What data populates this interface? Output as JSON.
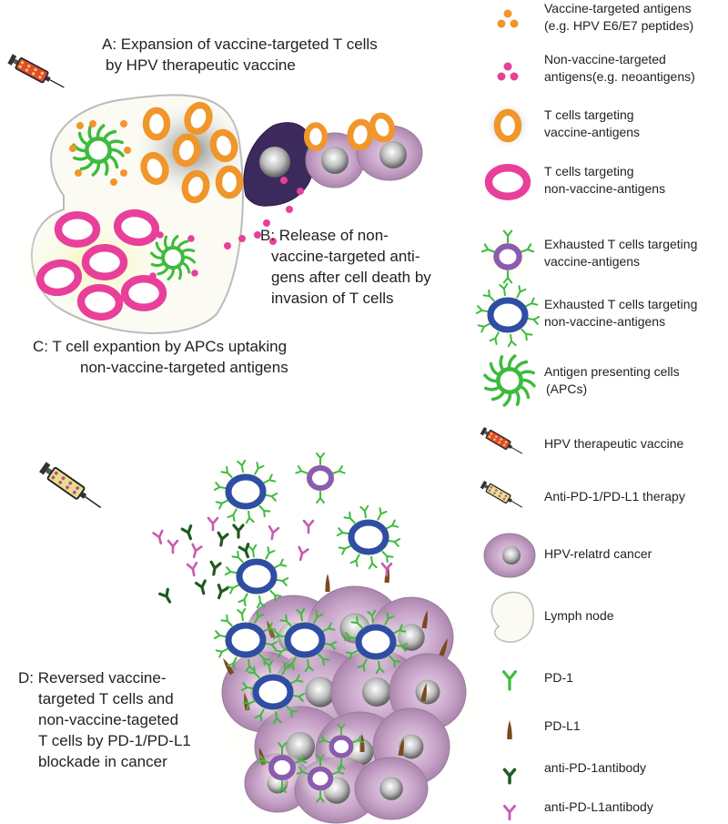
{
  "labels": {
    "A": [
      "A: Expansion of vaccine-targeted T cells",
      "by HPV therapeutic vaccine"
    ],
    "B": [
      "B: Release of non-",
      "vaccine-targeted anti-",
      "gens after cell death by",
      "invasion of T cells"
    ],
    "C": [
      "C: T cell expantion by APCs uptaking",
      "non-vaccine-targeted antigens"
    ],
    "D": [
      "D: Reversed vaccine-",
      "targeted T cells and",
      "non-vaccine-tageted",
      "T cells by PD-1/PD-L1",
      "blockade in cancer"
    ]
  },
  "legend": {
    "vaccine_antigens": [
      "Vaccine-targeted antigens",
      "(e.g. HPV E6/E7 peptides)"
    ],
    "non_vaccine_antigens": [
      "Non-vaccine-targeted",
      "antigens(e.g. neoantigens)"
    ],
    "t_vaccine": [
      "T cells targeting",
      "vaccine-antigens"
    ],
    "t_nonvaccine": [
      "T cells targeting",
      "non-vaccine-antigens"
    ],
    "exh_vaccine": [
      "Exhausted T cells targeting",
      "vaccine-antigens"
    ],
    "exh_nonvaccine": [
      "Exhausted T cells targeting",
      "non-vaccine-antigens"
    ],
    "apc": [
      "Antigen presenting cells",
      "(APCs)"
    ],
    "hpv_vaccine": [
      "HPV therapeutic vaccine"
    ],
    "anti_pd": [
      "Anti-PD-1/PD-L1 therapy"
    ],
    "cancer": [
      "HPV-relatrd cancer"
    ],
    "lymph": [
      "Lymph node"
    ],
    "pd1": [
      "PD-1"
    ],
    "pdl1": [
      "PD-L1"
    ],
    "anti_pd1_ab": [
      "anti-PD-1antibody"
    ],
    "anti_pdl1_ab": [
      "anti-PD-L1antibody"
    ]
  },
  "colors": {
    "orange": "#f0962a",
    "magenta": "#e8409a",
    "green": "#3dbb3d",
    "blue": "#2f4da3",
    "purple": "#8b5bb0",
    "cancer": "#bf9bc0",
    "pdl1": "#7a4a1c",
    "dark_green": "#1f5a1f"
  }
}
